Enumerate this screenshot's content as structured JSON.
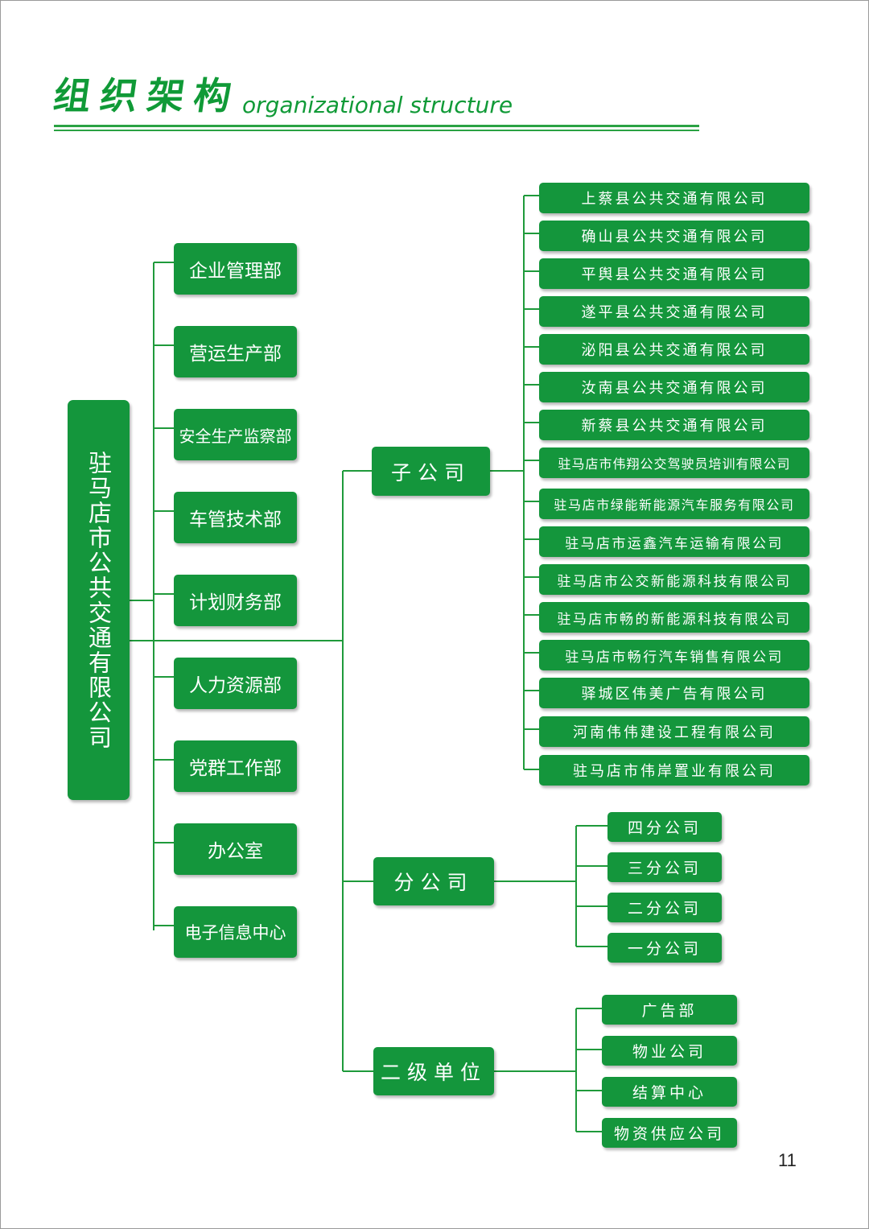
{
  "header": {
    "title_cn": "组织架构",
    "title_en": "organizational structure"
  },
  "colors": {
    "green": "#14963c",
    "line": "#1f9a3b",
    "title": "#109a37"
  },
  "chart": {
    "root": "驻马店市公共交通有限公司",
    "departments": [
      "企业管理部",
      "营运生产部",
      "安全生产监察部",
      "车管技术部",
      "计划财务部",
      "人力资源部",
      "党群工作部",
      "办公室",
      "电子信息中心"
    ],
    "groups": [
      {
        "label": "子公司",
        "children": [
          "上蔡县公共交通有限公司",
          "确山县公共交通有限公司",
          "平舆县公共交通有限公司",
          "遂平县公共交通有限公司",
          "泌阳县公共交通有限公司",
          "汝南县公共交通有限公司",
          "新蔡县公共交通有限公司",
          "驻马店市伟翔公交驾驶员培训有限公司",
          "驻马店市绿能新能源汽车服务有限公司",
          "驻马店市运鑫汽车运输有限公司",
          "驻马店市公交新能源科技有限公司",
          "驻马店市畅的新能源科技有限公司",
          "驻马店市畅行汽车销售有限公司",
          "驿城区伟美广告有限公司",
          "河南伟伟建设工程有限公司",
          "驻马店市伟岸置业有限公司"
        ]
      },
      {
        "label": "分公司",
        "children": [
          "四分公司",
          "三分公司",
          "二分公司",
          "一分公司"
        ]
      },
      {
        "label": "二级单位",
        "children": [
          "广告部",
          "物业公司",
          "结算中心",
          "物资供应公司"
        ]
      }
    ]
  },
  "page_number": "11"
}
